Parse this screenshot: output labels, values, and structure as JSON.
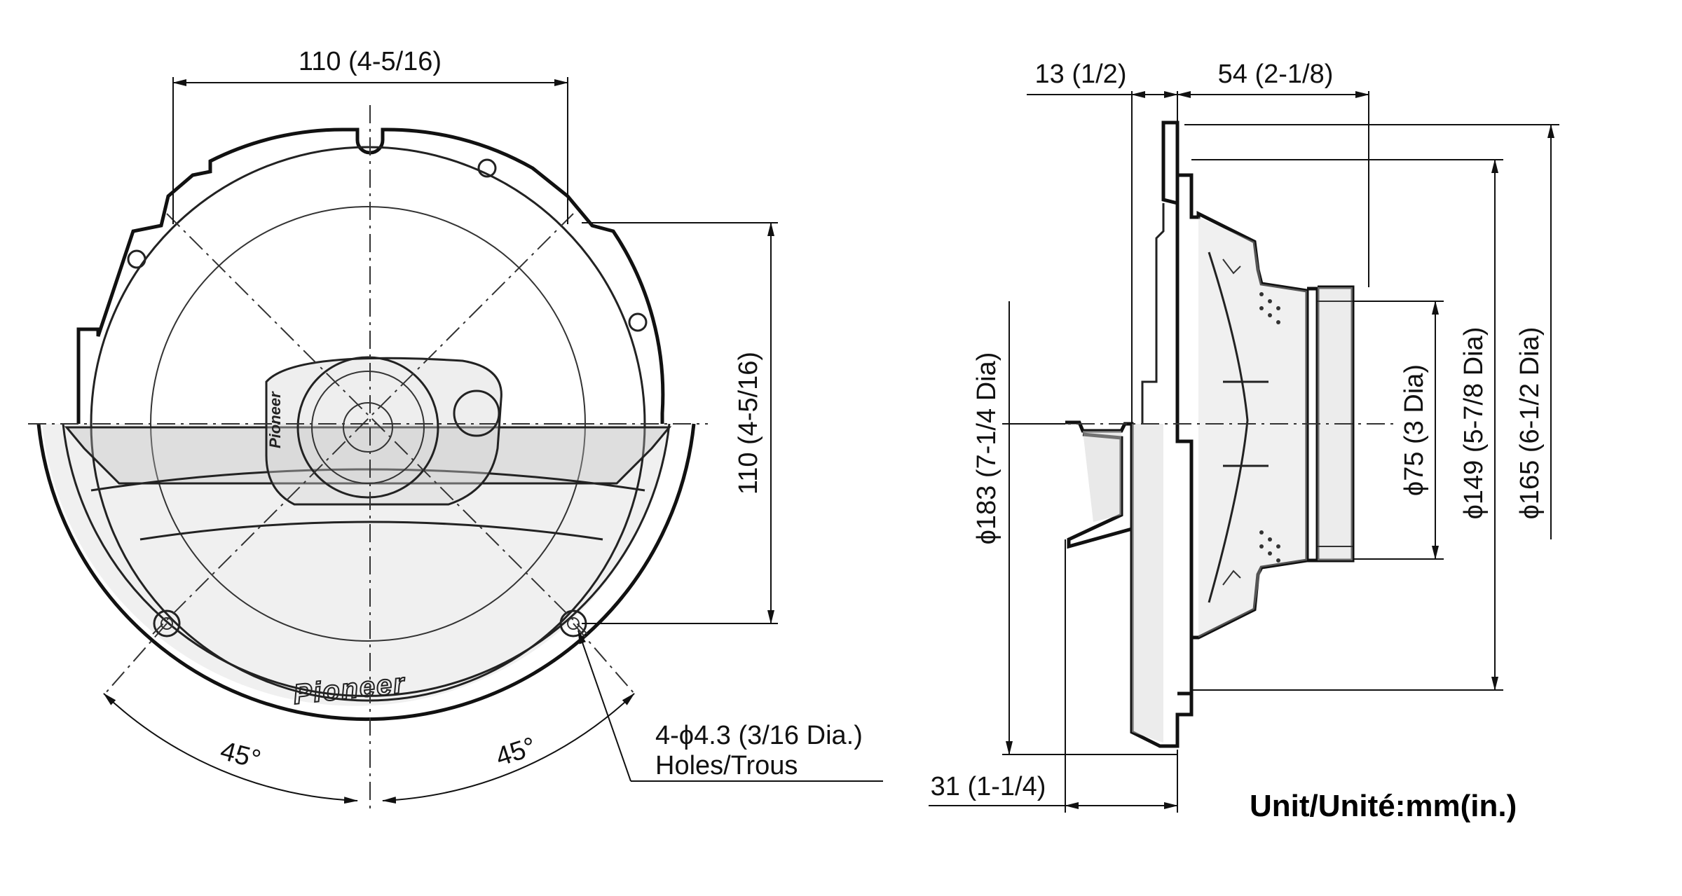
{
  "front_view": {
    "dim_top": "110 (4-5/16)",
    "dim_right": "110 (4-5/16)",
    "angle_left": "45°",
    "angle_right": "45°",
    "holes_line1": "4-ϕ4.3 (3/16 Dia.)",
    "holes_line2": "Holes/Trous",
    "brand": "Pioneer"
  },
  "side_view": {
    "dim_flange": "13 (1/2)",
    "dim_depth": "54 (2-1/8)",
    "dim_protrusion": "31 (1-1/4)",
    "dia_outer": "ϕ183 (7-1/4 Dia)",
    "dia_magnet": "ϕ75 (3 Dia)",
    "dia_cutout": "ϕ149 (5-7/8 Dia)",
    "dia_mount": "ϕ165 (6-1/2 Dia)"
  },
  "unit_label": "Unit/Unité:mm(in.)"
}
